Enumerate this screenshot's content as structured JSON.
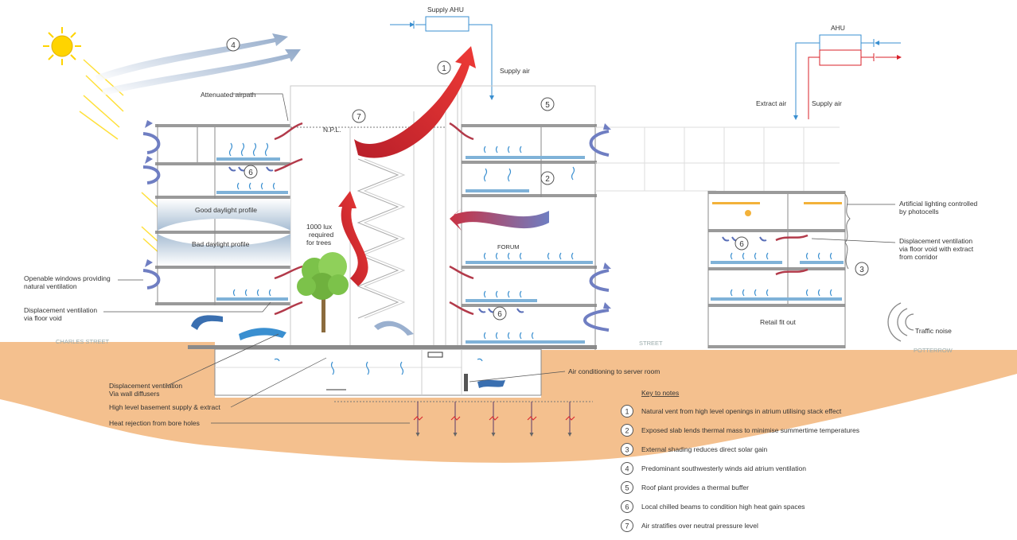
{
  "labels": {
    "supply_ahu": "Supply AHU",
    "ahu": "AHU",
    "supply_air_top": "Supply air",
    "extract_air": "Extract air",
    "supply_air_right": "Supply air",
    "attenuated_airpath": "Attenuated airpath",
    "npl": "N.P.L.",
    "good_daylight": "Good daylight profile",
    "bad_daylight": "Bad daylight profile",
    "lux_1": "1000 lux",
    "lux_2": "required",
    "lux_3": "for trees",
    "forum": "FORUM",
    "openable_1": "Openable windows providing",
    "openable_2": "natural ventilation",
    "disp_floor_1": "Displacement ventilation",
    "disp_floor_2": "via floor void",
    "charles_street": "CHARLES STREET",
    "street": "STREET",
    "potterrow": "POTTERROW",
    "artificial_1": "Artificial lighting controlled",
    "artificial_2": "by photocells",
    "disp_corr_1": "Displacement ventilation",
    "disp_corr_2": "via floor void with extract",
    "disp_corr_3": "from corridor",
    "retail": "Retail fit out",
    "traffic": "Traffic noise",
    "disp_wall_1": "Displacement ventilation",
    "disp_wall_2": "Via wall diffusers",
    "basement": "High level basement supply & extract",
    "heat_rejection": "Heat rejection from bore holes",
    "server_room": "Air conditioning to server room",
    "key_title": "Key to notes"
  },
  "markers": [
    "1",
    "2",
    "3",
    "4",
    "5",
    "6",
    "7"
  ],
  "key": [
    {
      "num": "1",
      "text": "Natural vent from high level openings in atrium utilising stack effect"
    },
    {
      "num": "2",
      "text": "Exposed slab lends thermal mass to minimise summertime temperatures"
    },
    {
      "num": "3",
      "text": "External shading reduces direct solar gain"
    },
    {
      "num": "4",
      "text": "Predominant southwesterly winds aid atrium ventilation"
    },
    {
      "num": "5",
      "text": "Roof plant provides a thermal buffer"
    },
    {
      "num": "6",
      "text": "Local chilled beams to condition high heat gain spaces"
    },
    {
      "num": "7",
      "text": "Air stratifies over neutral pressure level"
    }
  ],
  "colors": {
    "ground": "#f4c08e",
    "hot_air": "#d8202a",
    "cool_air": "#3a8fd0",
    "mixed_air": "#8a90c8",
    "structure": "#8a8a8a",
    "slab_blue": "#7fb2d8",
    "sun": "#ffd400",
    "tree": "#7cc24a"
  },
  "icons": [
    "sun-icon",
    "tree-icon",
    "traffic-noise-icon",
    "airflow-arrow-icon"
  ]
}
